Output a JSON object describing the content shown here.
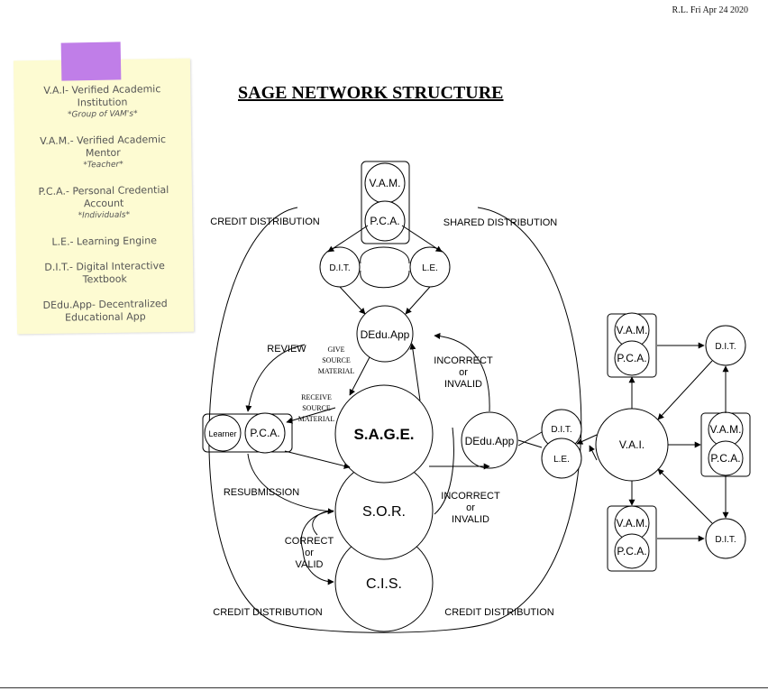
{
  "header": {
    "stamp": "R.L. Fri Apr 24 2020"
  },
  "title": "SAGE NETWORK STRUCTURE",
  "legend": [
    {
      "term": "V.A.I- Verified Academic Institution",
      "note": "*Group of VAM's*"
    },
    {
      "term": "V.A.M.- Verified Academic Mentor",
      "note": "*Teacher*"
    },
    {
      "term": "P.C.A.- Personal Credential Account",
      "note": "*Individuals*"
    },
    {
      "term": "L.E.- Learning Engine",
      "note": ""
    },
    {
      "term": "D.I.T.- Digital Interactive Textbook",
      "note": ""
    },
    {
      "term": "DEdu.App- Decentralized Educational App",
      "note": ""
    }
  ],
  "nodes": {
    "vam_top": "V.A.M.",
    "pca_top": "P.C.A.",
    "dit_top": "D.I.T.",
    "le_top": "L.E.",
    "dedu_top": "DEdu.App",
    "learner": "Learner",
    "pca_learner": "P.C.A.",
    "sage": "S.A.G.E.",
    "sor": "S.O.R.",
    "cis": "C.I.S.",
    "dedu_right": "DEdu.App",
    "dit_mid": "D.I.T.",
    "le_mid": "L.E.",
    "vai": "V.A.I.",
    "vam_r1": "V.A.M.",
    "pca_r1": "P.C.A.",
    "dit_r1": "D.I.T.",
    "vam_r2": "V.A.M.",
    "pca_r2": "P.C.A.",
    "vam_r3": "V.A.M.",
    "pca_r3": "P.C.A.",
    "dit_r3": "D.I.T."
  },
  "labels": {
    "credit_dist_tl": "CREDIT DISTRIBUTION",
    "shared_dist": "SHARED DISTRIBUTION",
    "review": "REVIEW",
    "give_source": [
      "GIVE",
      "SOURCE",
      "MATERIAL"
    ],
    "receive_source": [
      "RECEIVE",
      "SOURCE",
      "MATERIAL"
    ],
    "incorrect_top": [
      "INCORRECT",
      "or",
      "INVALID"
    ],
    "incorrect_bottom": [
      "INCORRECT",
      "or",
      "INVALID"
    ],
    "resubmission": "RESUBMISSION",
    "correct": [
      "CORRECT",
      "or",
      "VALID"
    ],
    "credit_dist_bl": "CREDIT DISTRIBUTION",
    "credit_dist_br": "CREDIT DISTRIBUTION"
  }
}
